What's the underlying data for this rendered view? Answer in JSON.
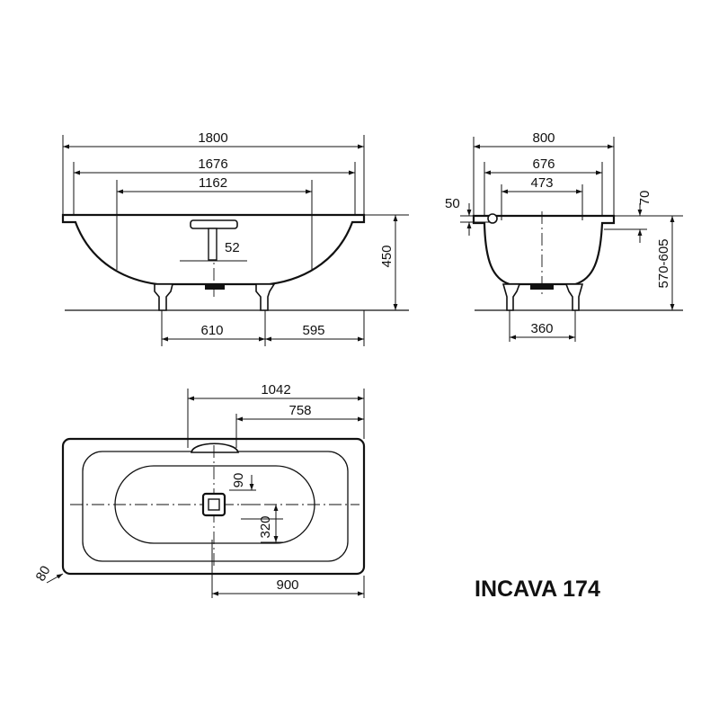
{
  "product_name": "INCAVA 174",
  "side_view": {
    "overall_length": "1800",
    "rim_length": "1676",
    "base_length": "1162",
    "drain_offset": "52",
    "height": "450",
    "foot_left": "610",
    "foot_right": "595"
  },
  "end_view": {
    "overall_width": "800",
    "rim_width": "676",
    "base_width": "473",
    "rim_left": "50",
    "rim_right": "70",
    "install_height": "570-605",
    "feet_spacing": "360"
  },
  "top_view": {
    "waste_distance": "1042",
    "overflow_distance": "758",
    "drain_offset": "90",
    "drain_side": "320",
    "corner": "80",
    "inner_length": "900"
  },
  "colors": {
    "line": "#111111",
    "background": "#ffffff"
  }
}
